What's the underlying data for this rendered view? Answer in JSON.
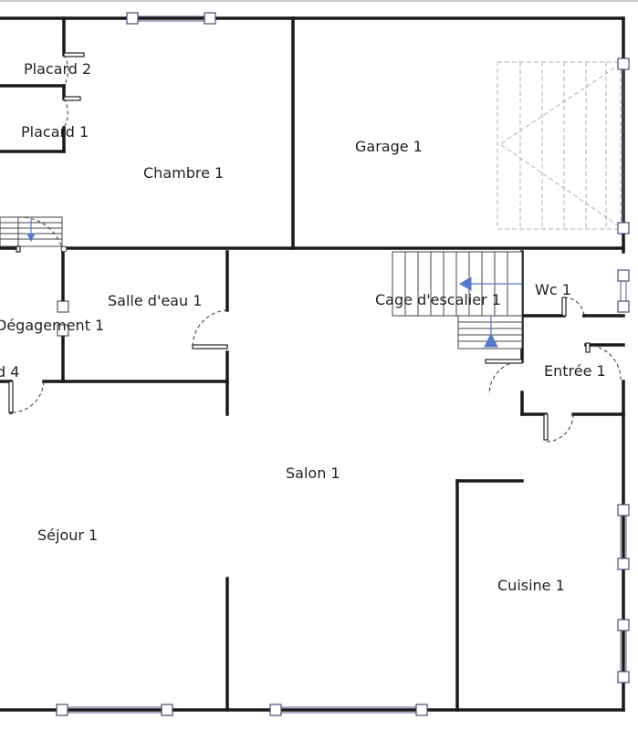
{
  "rooms": [
    {
      "key": "placard2",
      "label": "Placard 2"
    },
    {
      "key": "placard1",
      "label": "Placard 1"
    },
    {
      "key": "chambre1",
      "label": "Chambre 1"
    },
    {
      "key": "garage1",
      "label": "Garage 1"
    },
    {
      "key": "salledeau1",
      "label": "Salle d'eau 1"
    },
    {
      "key": "degagement1",
      "label": "Dégagement 1"
    },
    {
      "key": "placard4",
      "label": "d 4"
    },
    {
      "key": "cageescalier1",
      "label": "Cage d'escalier 1"
    },
    {
      "key": "wc1",
      "label": "Wc 1"
    },
    {
      "key": "entree1",
      "label": "Entrée 1"
    },
    {
      "key": "salon1",
      "label": "Salon 1"
    },
    {
      "key": "sejour1",
      "label": "Séjour 1"
    },
    {
      "key": "cuisine1",
      "label": "Cuisine 1"
    }
  ]
}
